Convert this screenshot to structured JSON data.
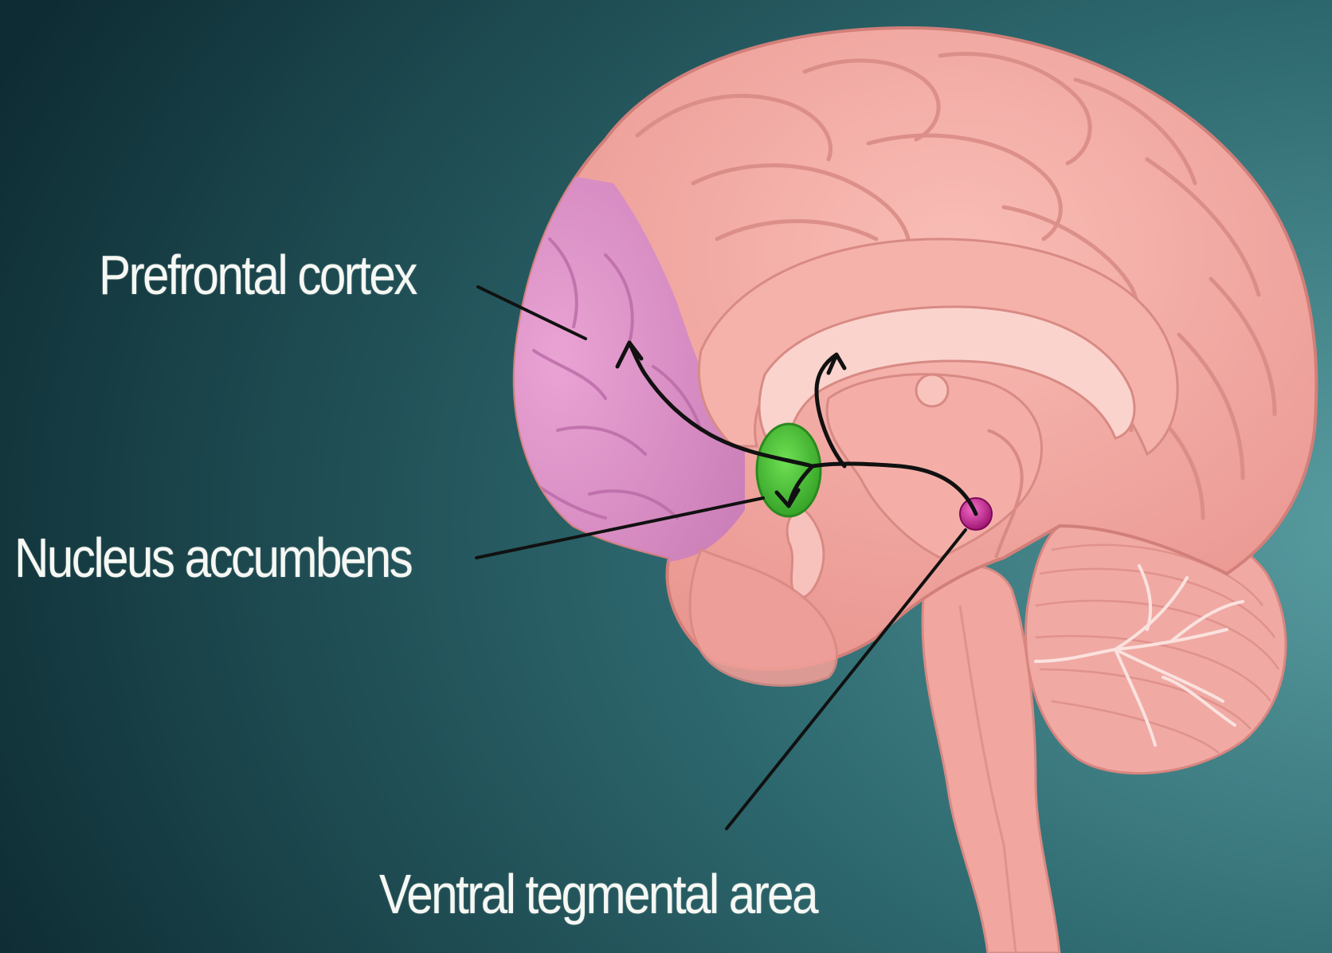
{
  "labels": {
    "prefrontal_cortex": "Prefrontal cortex",
    "nucleus_accumbens": "Nucleus accumbens",
    "ventral_tegmental_area": "Ventral tegmental area"
  },
  "colors": {
    "background_dark": "#0f3036",
    "background_light": "#4e9094",
    "brain": "#f3a8a2",
    "brain_fold": "#d9847e",
    "prefrontal_cortex": "#d98fc8",
    "nucleus_accumbens": "#4cbf3a",
    "ventral_tegmental_area": "#c21c8d",
    "pathway": "#111111",
    "label_text": "#f6f8f4"
  }
}
